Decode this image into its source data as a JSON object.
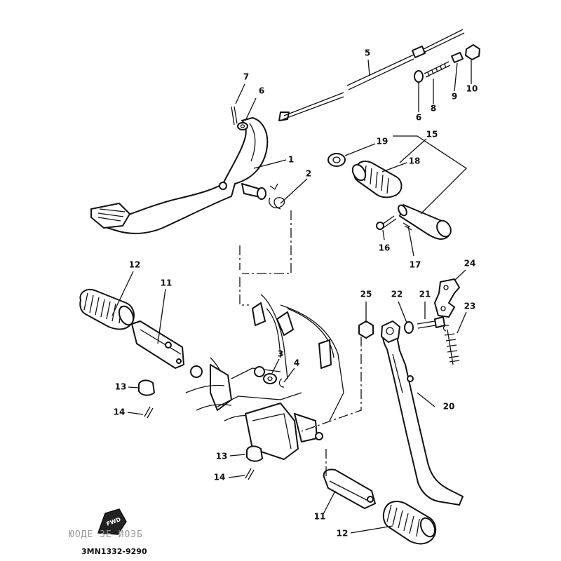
{
  "callouts": [
    {
      "label": "1"
    },
    {
      "label": "2"
    },
    {
      "label": "5"
    },
    {
      "label": "6"
    },
    {
      "label": "6"
    },
    {
      "label": "7"
    },
    {
      "label": "8"
    },
    {
      "label": "9"
    },
    {
      "label": "10"
    },
    {
      "label": "15"
    },
    {
      "label": "18"
    },
    {
      "label": "19"
    },
    {
      "label": "16"
    },
    {
      "label": "17"
    },
    {
      "label": "12"
    },
    {
      "label": "11"
    },
    {
      "label": "13"
    },
    {
      "label": "14"
    },
    {
      "label": "3"
    },
    {
      "label": "4"
    },
    {
      "label": "25"
    },
    {
      "label": "22"
    },
    {
      "label": "21"
    },
    {
      "label": "24"
    },
    {
      "label": "23"
    },
    {
      "label": "20"
    },
    {
      "label": "13"
    },
    {
      "label": "14"
    },
    {
      "label": "11"
    },
    {
      "label": "12"
    }
  ],
  "diagram_code": "3MN1332-9290",
  "fwd_mark": "FWD",
  "blurred_text": "ЮОДЕ ЗЕ ИОЭБ"
}
